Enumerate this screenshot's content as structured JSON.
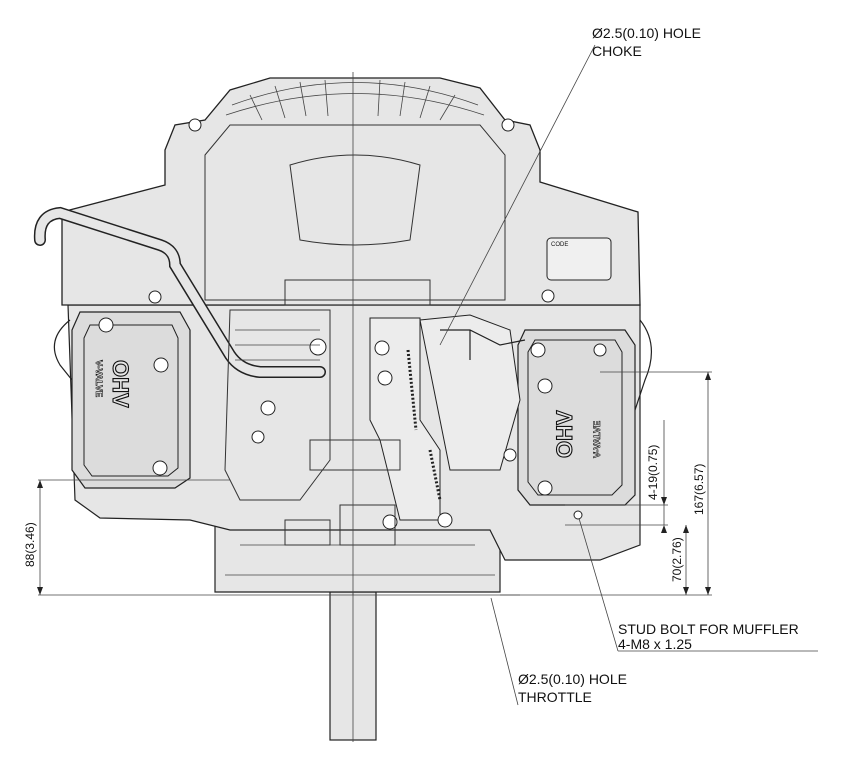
{
  "callouts": {
    "choke_line1": "Ø2.5(0.10) HOLE",
    "choke_line2": "CHOKE",
    "muffler_line1": "STUD BOLT FOR MUFFLER",
    "muffler_line2": "4-M8 x 1.25",
    "throttle_line1": "Ø2.5(0.10) HOLE",
    "throttle_line2": "THROTTLE"
  },
  "dimensions": {
    "left_height": "88(3.46)",
    "hole_spacing": "4-19(0.75)",
    "stud_height": "70(2.76)",
    "overall_height": "167(6.57)"
  },
  "engine_markings": {
    "code_label": "CODE",
    "valve_cover_text": "OHV",
    "valve_cover_subtext": "V-VALVE"
  }
}
